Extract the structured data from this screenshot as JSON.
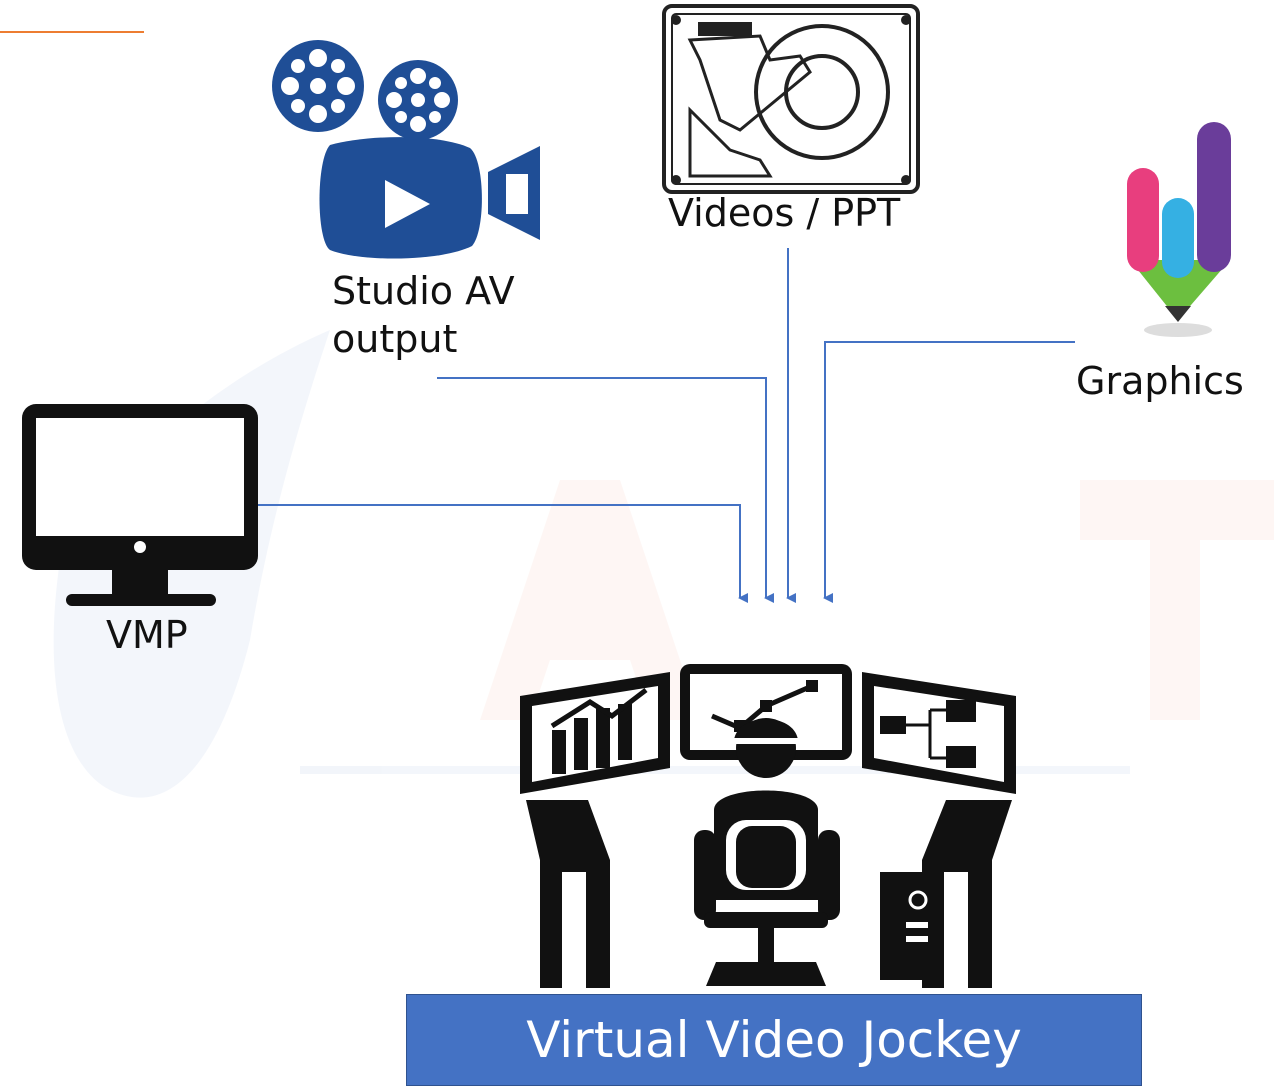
{
  "diagram": {
    "nodes": {
      "studio": {
        "label": "Studio AV\noutput",
        "icon": "movie-camera-icon"
      },
      "videos": {
        "label": "Videos / PPT",
        "icon": "hard-drive-icon"
      },
      "graphics": {
        "label": "Graphics",
        "icon": "graphics-pencil-icon"
      },
      "vmp": {
        "label": "VMP",
        "icon": "monitor-icon"
      },
      "vj": {
        "label": "Virtual Video Jockey",
        "icon": "operator-workstation-icon"
      }
    },
    "edges": [
      {
        "from": "vmp",
        "to": "vj"
      },
      {
        "from": "studio",
        "to": "vj"
      },
      {
        "from": "videos",
        "to": "vj"
      },
      {
        "from": "graphics",
        "to": "vj"
      }
    ],
    "colors": {
      "connector": "#4472C4",
      "camera": "#1F4E96",
      "box": "#4472C4",
      "accent_rule": "#ED7D31",
      "graphics_pink": "#E83E7E",
      "graphics_blue": "#35B0E3",
      "graphics_purple": "#6A3D9A",
      "graphics_green": "#6CBF3F"
    }
  }
}
